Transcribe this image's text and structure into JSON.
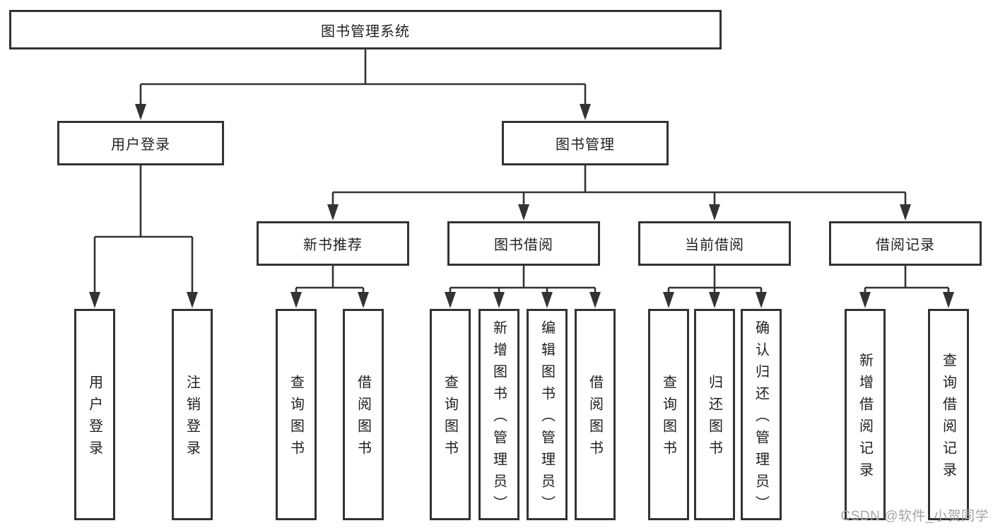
{
  "colors": {
    "line": "#333333",
    "box_border": "#333333",
    "text": "#1f1f1f",
    "watermark": "#a8a4a4",
    "background": "#ffffff"
  },
  "watermark": {
    "text": "CSDN @软件_小贺同学"
  },
  "diagram": {
    "type": "tree",
    "title": "图书管理系统",
    "branches": [
      {
        "label": "用户登录",
        "children": [
          {
            "label": "用户登录"
          },
          {
            "label": "注销登录"
          }
        ]
      },
      {
        "label": "图书管理",
        "children": [
          {
            "label": "新书推荐",
            "children": [
              {
                "label": "查询图书"
              },
              {
                "label": "借阅图书"
              }
            ]
          },
          {
            "label": "图书借阅",
            "children": [
              {
                "label": "查询图书"
              },
              {
                "label": "新增图书（管理员）"
              },
              {
                "label": "编辑图书（管理员）"
              },
              {
                "label": "借阅图书"
              }
            ]
          },
          {
            "label": "当前借阅",
            "children": [
              {
                "label": "查询图书"
              },
              {
                "label": "归还图书"
              },
              {
                "label": "确认归还（管理员）"
              }
            ]
          },
          {
            "label": "借阅记录",
            "children": [
              {
                "label": "新增借阅记录"
              },
              {
                "label": "查询借阅记录"
              }
            ]
          }
        ]
      }
    ]
  }
}
